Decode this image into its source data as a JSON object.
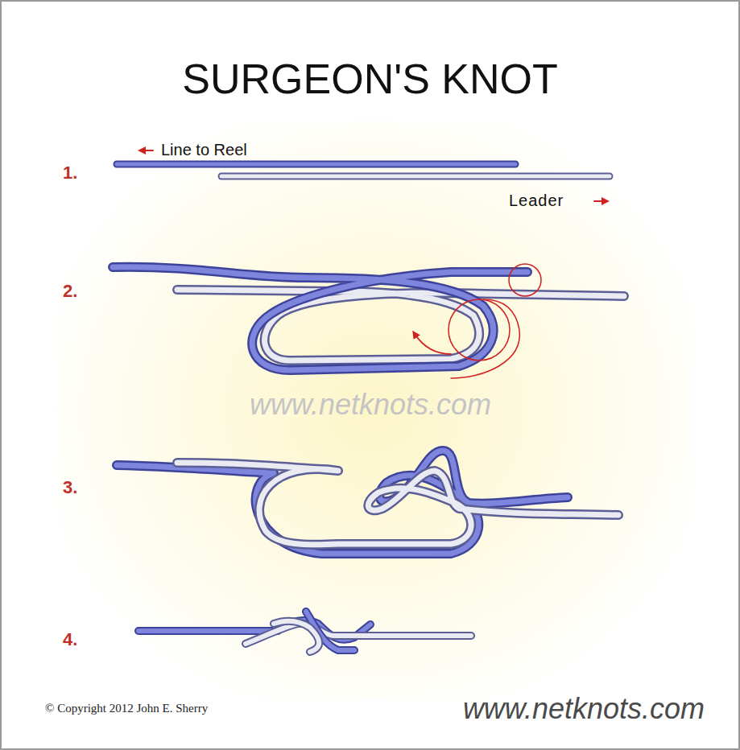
{
  "diagram": {
    "title": "SURGEON'S KNOT",
    "labels": [
      "1.",
      "Line to Reel",
      "Leader",
      "2.",
      "www.netknots.com",
      "3.",
      "4.",
      "© Copyright 2012 John E. Sherry",
      "www.netknots.com"
    ]
  }
}
